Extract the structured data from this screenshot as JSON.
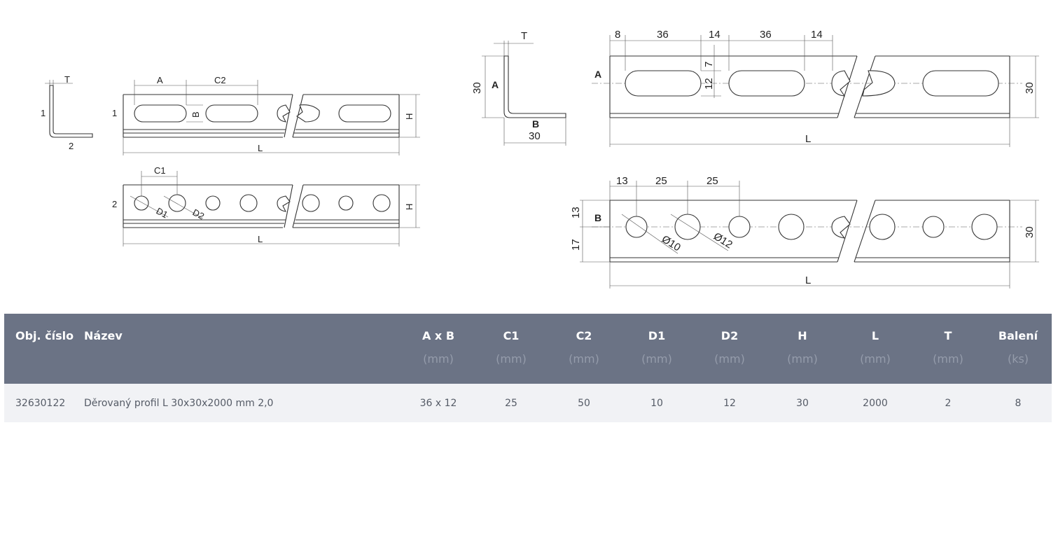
{
  "drawing_left": {
    "t_label": "T",
    "leg1_label": "1",
    "leg2_label": "2",
    "row1_label": "1",
    "row2_label": "2",
    "a_label": "A",
    "c2_label": "C2",
    "b_label": "B",
    "h_label": "H",
    "l_label": "L",
    "c1_label": "C1",
    "d1_label": "D1",
    "d2_label": "D2"
  },
  "drawing_right": {
    "t_label": "T",
    "a_label": "A",
    "b_label": "B",
    "leg_height": "30",
    "leg_width": "30",
    "dim_8": "8",
    "dim_36a": "36",
    "dim_14a": "14",
    "dim_36b": "36",
    "dim_14b": "14",
    "dim_7": "7",
    "dim_12": "12",
    "height_top": "30",
    "l_top": "L",
    "dim_13": "13",
    "dim_25a": "25",
    "dim_25b": "25",
    "dim_13v": "13",
    "dim_17v": "17",
    "dia_10": "Ø10",
    "dia_12": "Ø12",
    "height_bottom": "30",
    "l_bottom": "L"
  },
  "table": {
    "headers": [
      {
        "label": "Obj. číslo",
        "unit": ""
      },
      {
        "label": "Název",
        "unit": ""
      },
      {
        "label": "A x B",
        "unit": "(mm)"
      },
      {
        "label": "C1",
        "unit": "(mm)"
      },
      {
        "label": "C2",
        "unit": "(mm)"
      },
      {
        "label": "D1",
        "unit": "(mm)"
      },
      {
        "label": "D2",
        "unit": "(mm)"
      },
      {
        "label": "H",
        "unit": "(mm)"
      },
      {
        "label": "L",
        "unit": "(mm)"
      },
      {
        "label": "T",
        "unit": "(mm)"
      },
      {
        "label": "Balení",
        "unit": "(ks)"
      }
    ],
    "row": {
      "obj_cislo": "32630122",
      "nazev": "Děrovaný profil L 30x30x2000 mm 2,0",
      "axb": "36 x 12",
      "c1": "25",
      "c2": "50",
      "d1": "10",
      "d2": "12",
      "h": "30",
      "l": "2000",
      "t": "2",
      "baleni": "8"
    }
  }
}
